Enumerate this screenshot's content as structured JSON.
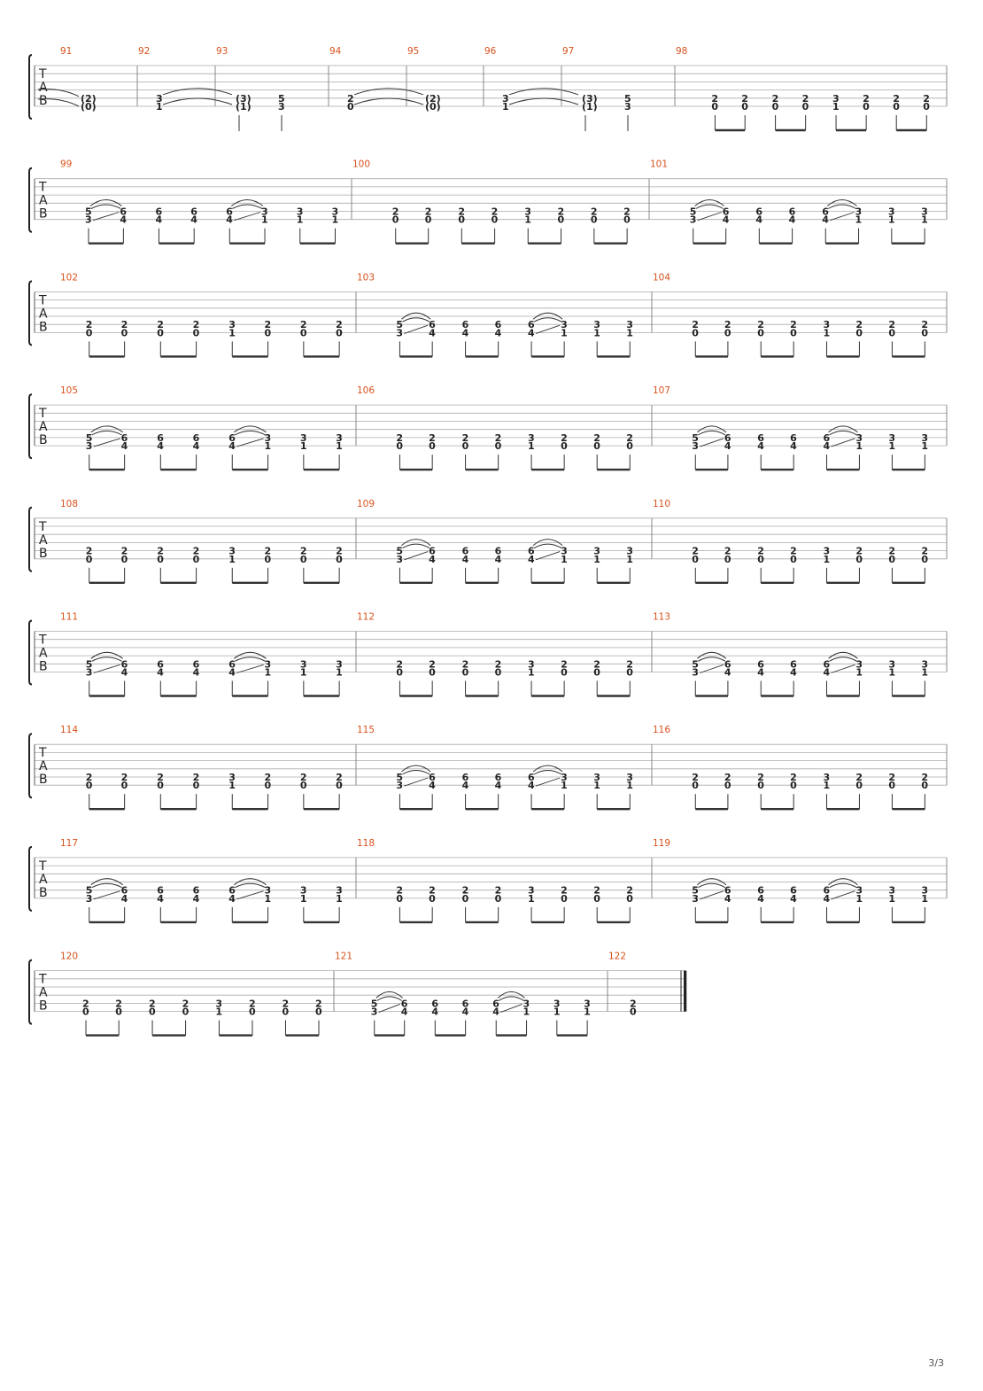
{
  "document": {
    "type": "guitar tablature",
    "tab_clef": [
      "T",
      "A",
      "B"
    ],
    "page_number": "3/3"
  },
  "patterns": {
    "A": {
      "name": "riff A",
      "events": [
        {
          "frets": [
            2,
            0
          ]
        },
        {
          "frets": [
            2,
            0
          ]
        },
        {
          "frets": [
            2,
            0
          ]
        },
        {
          "frets": [
            2,
            0
          ]
        },
        {
          "frets": [
            3,
            1
          ]
        },
        {
          "frets": [
            2,
            0
          ]
        },
        {
          "frets": [
            2,
            0
          ]
        },
        {
          "frets": [
            2,
            0
          ]
        }
      ]
    },
    "B": {
      "name": "riff B",
      "events": [
        {
          "frets": [
            5,
            3
          ],
          "slur_to_next": true
        },
        {
          "frets": [
            6,
            4
          ]
        },
        {
          "frets": [
            6,
            4
          ]
        },
        {
          "frets": [
            6,
            4
          ]
        },
        {
          "frets": [
            6,
            4
          ],
          "slur_to_next": true
        },
        {
          "frets": [
            3,
            1
          ]
        },
        {
          "frets": [
            3,
            1
          ]
        },
        {
          "frets": [
            3,
            1
          ]
        }
      ]
    }
  },
  "systems": [
    {
      "measures": [
        {
          "number": "91",
          "intro": "tie_in",
          "events": [
            {
              "frets": [
                "(2)",
                "(0)"
              ],
              "tied": true
            }
          ]
        },
        {
          "number": "92",
          "events": [
            {
              "frets": [
                3,
                1
              ],
              "tie_out": true
            }
          ]
        },
        {
          "number": "93",
          "events": [
            {
              "frets": [
                "(3)",
                "(1)"
              ],
              "tied": true,
              "stem": true
            },
            {
              "frets": [
                5,
                3
              ],
              "stem": true
            }
          ]
        },
        {
          "number": "94",
          "events": [
            {
              "frets": [
                2,
                0
              ],
              "tie_out": true
            }
          ]
        },
        {
          "number": "95",
          "events": [
            {
              "frets": [
                "(2)",
                "(0)"
              ],
              "tied": true
            }
          ]
        },
        {
          "number": "96",
          "events": [
            {
              "frets": [
                3,
                1
              ],
              "tie_out": true
            }
          ]
        },
        {
          "number": "97",
          "events": [
            {
              "frets": [
                "(3)",
                "(1)"
              ],
              "tied": true,
              "stem": true
            },
            {
              "frets": [
                5,
                3
              ],
              "stem": true
            }
          ]
        },
        {
          "number": "98",
          "pattern": "A"
        }
      ]
    },
    {
      "measures": [
        {
          "number": "99",
          "pattern": "B"
        },
        {
          "number": "100",
          "pattern": "A"
        },
        {
          "number": "101",
          "pattern": "B"
        }
      ]
    },
    {
      "measures": [
        {
          "number": "102",
          "pattern": "A"
        },
        {
          "number": "103",
          "pattern": "B"
        },
        {
          "number": "104",
          "pattern": "A"
        }
      ]
    },
    {
      "measures": [
        {
          "number": "105",
          "pattern": "B"
        },
        {
          "number": "106",
          "pattern": "A"
        },
        {
          "number": "107",
          "pattern": "B"
        }
      ]
    },
    {
      "measures": [
        {
          "number": "108",
          "pattern": "A"
        },
        {
          "number": "109",
          "pattern": "B"
        },
        {
          "number": "110",
          "pattern": "A"
        }
      ]
    },
    {
      "measures": [
        {
          "number": "111",
          "pattern": "B"
        },
        {
          "number": "112",
          "pattern": "A"
        },
        {
          "number": "113",
          "pattern": "B"
        }
      ]
    },
    {
      "measures": [
        {
          "number": "114",
          "pattern": "A"
        },
        {
          "number": "115",
          "pattern": "B"
        },
        {
          "number": "116",
          "pattern": "A"
        }
      ]
    },
    {
      "measures": [
        {
          "number": "117",
          "pattern": "B"
        },
        {
          "number": "118",
          "pattern": "A"
        },
        {
          "number": "119",
          "pattern": "B"
        }
      ]
    },
    {
      "measures": [
        {
          "number": "120",
          "pattern": "A"
        },
        {
          "number": "121",
          "pattern": "B"
        },
        {
          "number": "122",
          "events": [
            {
              "frets": [
                2,
                0
              ]
            }
          ],
          "final_barline": true
        }
      ]
    }
  ]
}
